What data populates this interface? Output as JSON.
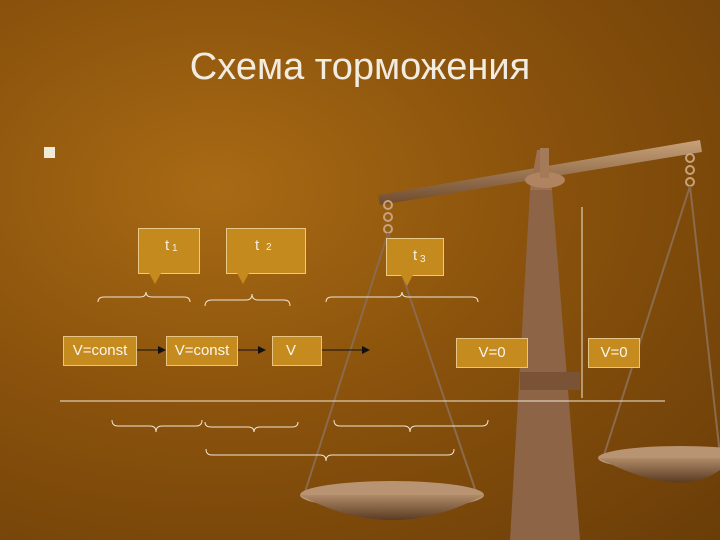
{
  "slide": {
    "title": "Схема торможения"
  },
  "callouts": [
    {
      "label": "t",
      "sub": "1"
    },
    {
      "label": "t",
      "sub": "2"
    },
    {
      "label": "t",
      "sub": "3"
    }
  ],
  "states": [
    {
      "label": "V=const"
    },
    {
      "label": "V=const"
    },
    {
      "label": "V"
    },
    {
      "label": "V=0"
    },
    {
      "label": "V=0"
    }
  ],
  "colors": {
    "background": "#8a520c",
    "box_fill": "#c68b1e",
    "text": "#f2ece0"
  }
}
